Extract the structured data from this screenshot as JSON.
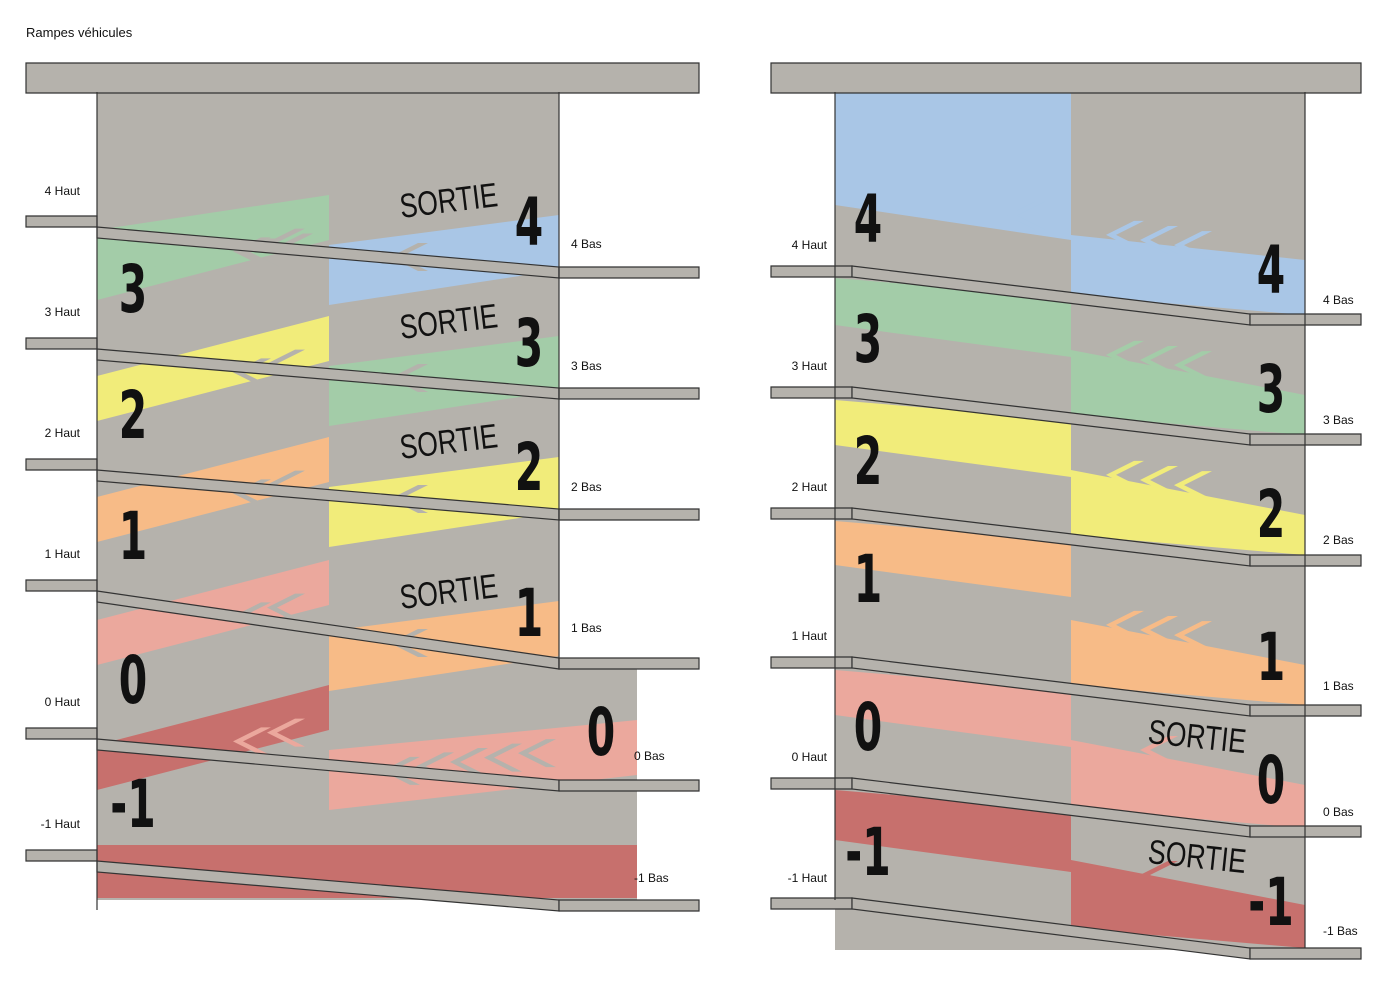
{
  "title": "Rampes véhicules",
  "colors": {
    "wall": "#b5b2ac",
    "slab": "#b5b2ac",
    "level_4": "#a9c6e6",
    "level_3": "#a3cca8",
    "level_2": "#f1ec7a",
    "level_1": "#f7bb87",
    "level_0": "#eba89d",
    "level_-1": "#c7706d",
    "text": "#111111"
  },
  "exit_label": "SORTIE",
  "left": {
    "high_labels": [
      "4 Haut",
      "3 Haut",
      "2 Haut",
      "1 Haut",
      "0 Haut",
      "-1 Haut"
    ],
    "low_labels": [
      "4 Bas",
      "3 Bas",
      "2 Bas",
      "1 Bas",
      "0 Bas",
      "-1 Bas"
    ],
    "ramp_numbers": [
      "3",
      "2",
      "1",
      "0",
      "-1"
    ],
    "exit_numbers": [
      "4",
      "3",
      "2",
      "1",
      "0"
    ]
  },
  "right": {
    "high_labels": [
      "4 Haut",
      "3 Haut",
      "2 Haut",
      "1 Haut",
      "0 Haut",
      "-1 Haut"
    ],
    "low_labels": [
      "4 Bas",
      "3 Bas",
      "2 Bas",
      "1 Bas",
      "0 Bas",
      "-1 Bas"
    ],
    "ramp_numbers": [
      "4",
      "3",
      "2",
      "1",
      "0",
      "-1"
    ],
    "exit_numbers": [
      "4",
      "3",
      "2",
      "1",
      "0",
      "-1"
    ]
  }
}
